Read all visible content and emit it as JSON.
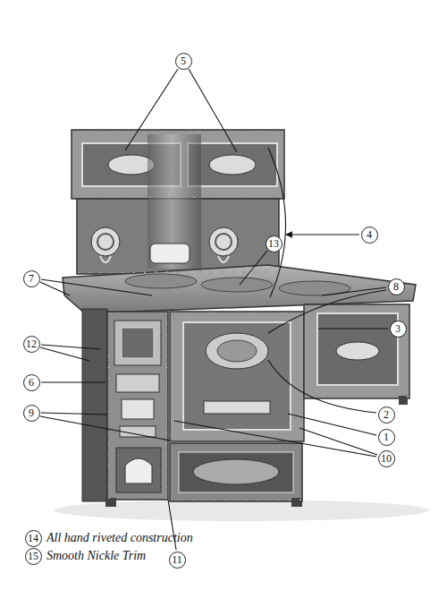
{
  "diagram": {
    "nodes": [
      {
        "text": [
          "5"
        ]
      },
      {
        "text": [
          "4"
        ]
      },
      {
        "text": [
          "13"
        ]
      },
      {
        "text": [
          "7"
        ]
      },
      {
        "text": [
          "8"
        ]
      },
      {
        "text": [
          "3"
        ]
      },
      {
        "text": [
          "12"
        ]
      },
      {
        "text": [
          "6"
        ]
      },
      {
        "text": [
          "2"
        ]
      },
      {
        "text": [
          "9"
        ]
      },
      {
        "text": [
          "1"
        ]
      },
      {
        "text": [
          "10"
        ]
      },
      {
        "text": [
          "11"
        ]
      },
      {
        "text": [
          "14"
        ]
      },
      {
        "text": [
          "15"
        ]
      }
    ],
    "labels": [
      "All hand riveted construction",
      "Smooth Nickle Trim"
    ]
  }
}
